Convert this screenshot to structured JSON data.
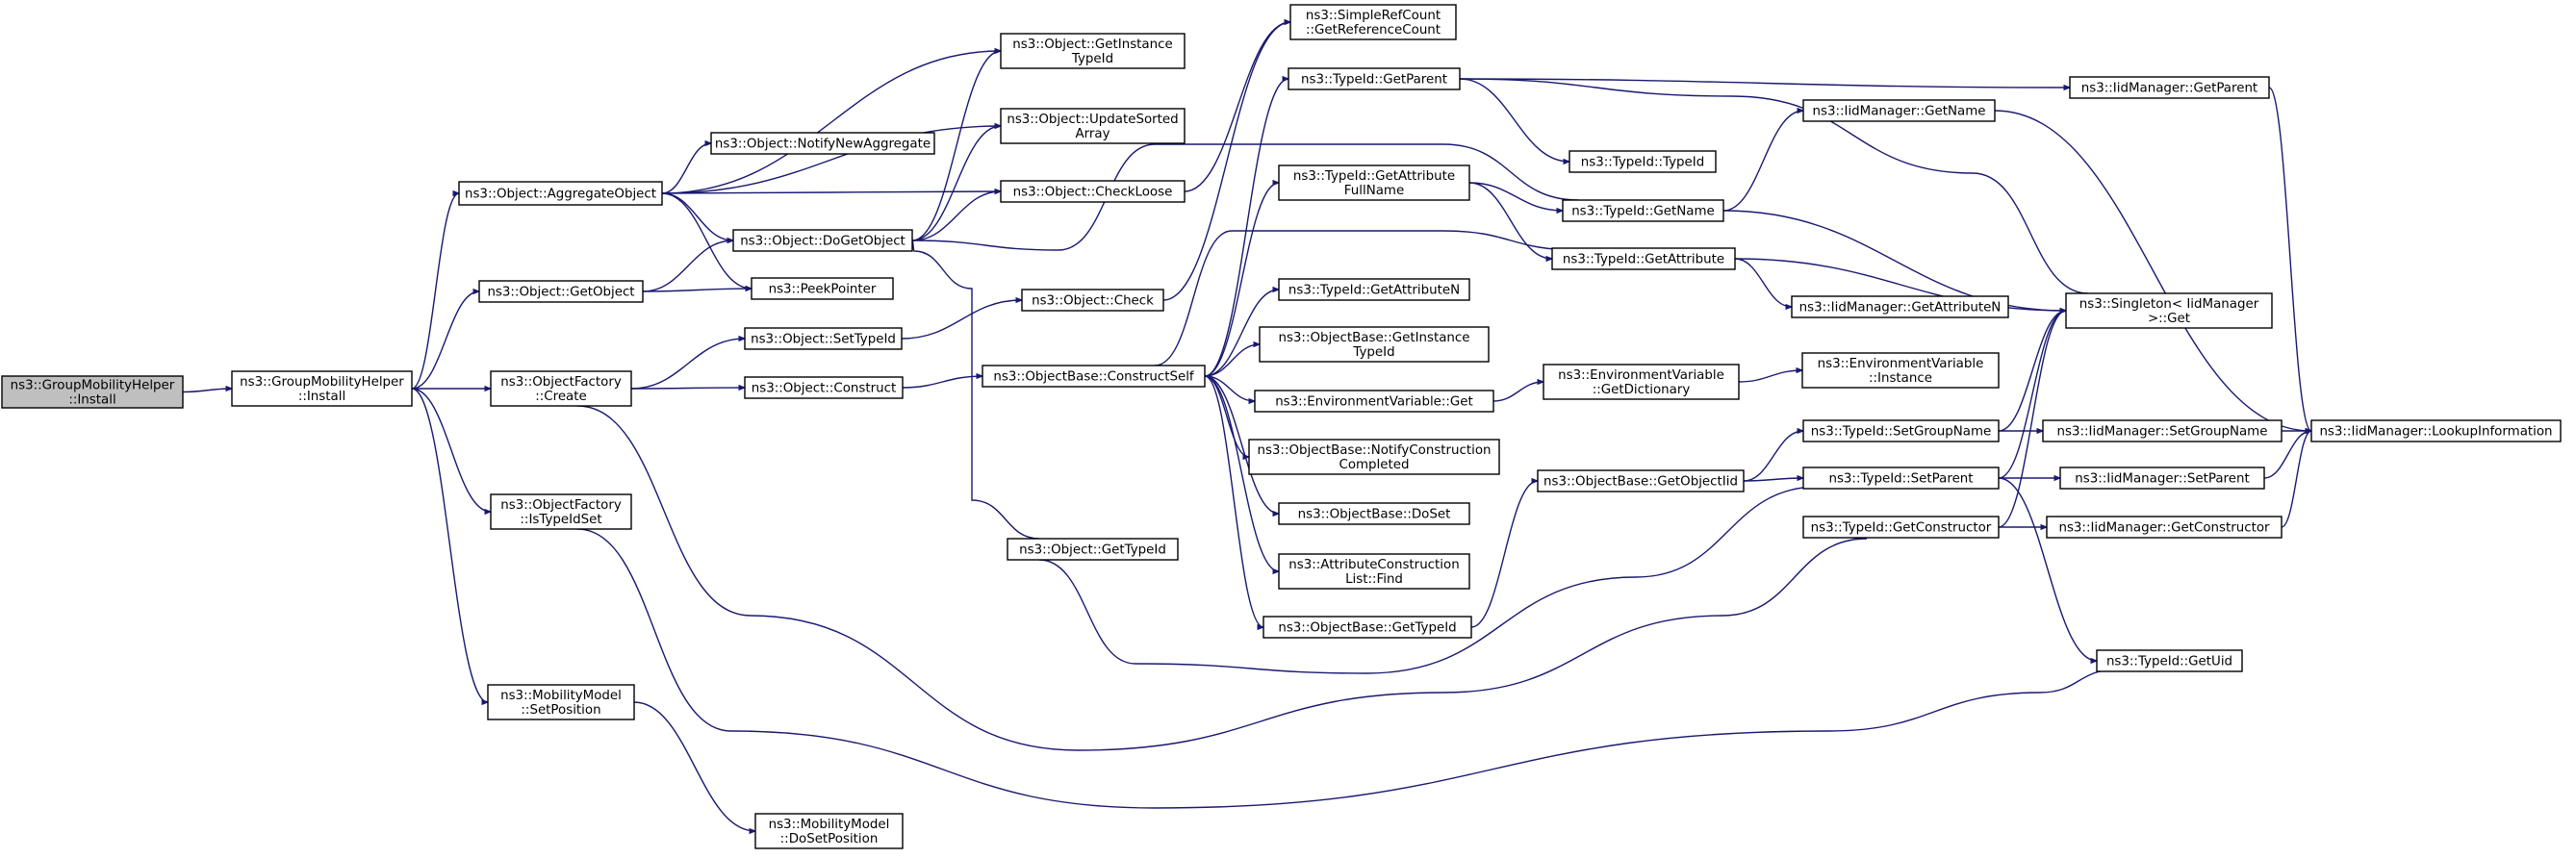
{
  "graph": {
    "nodes": [
      {
        "id": "root",
        "lines": [
          "ns3::GroupMobilityHelper",
          "::Install"
        ],
        "root": true
      },
      {
        "id": "gmh",
        "lines": [
          "ns3::GroupMobilityHelper",
          "::Install"
        ]
      },
      {
        "id": "aggregate",
        "lines": [
          "ns3::Object::AggregateObject"
        ]
      },
      {
        "id": "getobject",
        "lines": [
          "ns3::Object::GetObject"
        ]
      },
      {
        "id": "ofcreate",
        "lines": [
          "ns3::ObjectFactory",
          "::Create"
        ]
      },
      {
        "id": "ofistypeidset",
        "lines": [
          "ns3::ObjectFactory",
          "::IsTypeIdSet"
        ]
      },
      {
        "id": "mmsetpos",
        "lines": [
          "ns3::MobilityModel",
          "::SetPosition"
        ]
      },
      {
        "id": "notifyagg",
        "lines": [
          "ns3::Object::NotifyNewAggregate"
        ]
      },
      {
        "id": "dogetobject",
        "lines": [
          "ns3::Object::DoGetObject"
        ]
      },
      {
        "id": "peekpointer",
        "lines": [
          "ns3::PeekPointer"
        ]
      },
      {
        "id": "settypeid",
        "lines": [
          "ns3::Object::SetTypeId"
        ]
      },
      {
        "id": "construct",
        "lines": [
          "ns3::Object::Construct"
        ]
      },
      {
        "id": "mmdosetpos",
        "lines": [
          "ns3::MobilityModel",
          "::DoSetPosition"
        ]
      },
      {
        "id": "getinstancetypeid",
        "lines": [
          "ns3::Object::GetInstance",
          "TypeId"
        ]
      },
      {
        "id": "updatesorted",
        "lines": [
          "ns3::Object::UpdateSorted",
          "Array"
        ]
      },
      {
        "id": "checkloose",
        "lines": [
          "ns3::Object::CheckLoose"
        ]
      },
      {
        "id": "check",
        "lines": [
          "ns3::Object::Check"
        ]
      },
      {
        "id": "objgettypeid",
        "lines": [
          "ns3::Object::GetTypeId"
        ]
      },
      {
        "id": "constructself",
        "lines": [
          "ns3::ObjectBase::ConstructSelf"
        ]
      },
      {
        "id": "simplerefcount",
        "lines": [
          "ns3::SimpleRefCount",
          "::GetReferenceCount"
        ]
      },
      {
        "id": "tgetparent",
        "lines": [
          "ns3::TypeId::GetParent"
        ]
      },
      {
        "id": "tgetattrfull",
        "lines": [
          "ns3::TypeId::GetAttribute",
          "FullName"
        ]
      },
      {
        "id": "tgetattrn",
        "lines": [
          "ns3::TypeId::GetAttributeN"
        ]
      },
      {
        "id": "obgetinstance",
        "lines": [
          "ns3::ObjectBase::GetInstance",
          "TypeId"
        ]
      },
      {
        "id": "envget",
        "lines": [
          "ns3::EnvironmentVariable::Get"
        ]
      },
      {
        "id": "obnotify",
        "lines": [
          "ns3::ObjectBase::NotifyConstruction",
          "Completed"
        ]
      },
      {
        "id": "obdoset",
        "lines": [
          "ns3::ObjectBase::DoSet"
        ]
      },
      {
        "id": "acfind",
        "lines": [
          "ns3::AttributeConstruction",
          "List::Find"
        ]
      },
      {
        "id": "obgettypeid",
        "lines": [
          "ns3::ObjectBase::GetTypeId"
        ]
      },
      {
        "id": "ttypeid",
        "lines": [
          "ns3::TypeId::TypeId"
        ]
      },
      {
        "id": "tgetname",
        "lines": [
          "ns3::TypeId::GetName"
        ]
      },
      {
        "id": "tgetattribute",
        "lines": [
          "ns3::TypeId::GetAttribute"
        ]
      },
      {
        "id": "envgetdict",
        "lines": [
          "ns3::EnvironmentVariable",
          "::GetDictionary"
        ]
      },
      {
        "id": "obgetobjectiid",
        "lines": [
          "ns3::ObjectBase::GetObjectIid"
        ]
      },
      {
        "id": "iidgetname",
        "lines": [
          "ns3::IidManager::GetName"
        ]
      },
      {
        "id": "iidgetattrn",
        "lines": [
          "ns3::IidManager::GetAttributeN"
        ]
      },
      {
        "id": "envinstance",
        "lines": [
          "ns3::EnvironmentVariable",
          "::Instance"
        ]
      },
      {
        "id": "tsetgroupname",
        "lines": [
          "ns3::TypeId::SetGroupName"
        ]
      },
      {
        "id": "tsetparent",
        "lines": [
          "ns3::TypeId::SetParent"
        ]
      },
      {
        "id": "tgetconstructor",
        "lines": [
          "ns3::TypeId::GetConstructor"
        ]
      },
      {
        "id": "iidgetparent",
        "lines": [
          "ns3::IidManager::GetParent"
        ]
      },
      {
        "id": "singletonget",
        "lines": [
          "ns3::Singleton< IidManager",
          ">::Get"
        ]
      },
      {
        "id": "iidsetgroupname",
        "lines": [
          "ns3::IidManager::SetGroupName"
        ]
      },
      {
        "id": "iidsetparent",
        "lines": [
          "ns3::IidManager::SetParent"
        ]
      },
      {
        "id": "iidgetconstructor",
        "lines": [
          "ns3::IidManager::GetConstructor"
        ]
      },
      {
        "id": "tgetuid",
        "lines": [
          "ns3::TypeId::GetUid"
        ]
      },
      {
        "id": "iidlookup",
        "lines": [
          "ns3::IidManager::LookupInformation"
        ]
      }
    ],
    "edges": [
      {
        "from": "root",
        "to": "gmh"
      },
      {
        "from": "gmh",
        "to": "aggregate"
      },
      {
        "from": "gmh",
        "to": "getobject"
      },
      {
        "from": "gmh",
        "to": "ofcreate"
      },
      {
        "from": "gmh",
        "to": "ofistypeidset"
      },
      {
        "from": "gmh",
        "to": "mmsetpos"
      },
      {
        "from": "aggregate",
        "to": "getinstancetypeid"
      },
      {
        "from": "aggregate",
        "to": "updatesorted"
      },
      {
        "from": "aggregate",
        "to": "notifyagg"
      },
      {
        "from": "aggregate",
        "to": "checkloose"
      },
      {
        "from": "aggregate",
        "to": "dogetobject"
      },
      {
        "from": "aggregate",
        "to": "peekpointer"
      },
      {
        "from": "getobject",
        "to": "dogetobject"
      },
      {
        "from": "getobject",
        "to": "peekpointer"
      },
      {
        "from": "ofcreate",
        "to": "settypeid"
      },
      {
        "from": "ofcreate",
        "to": "construct"
      },
      {
        "from": "ofcreate",
        "to": "tgetconstructor"
      },
      {
        "from": "ofistypeidset",
        "to": "tgetuid"
      },
      {
        "from": "mmsetpos",
        "to": "mmdosetpos"
      },
      {
        "from": "dogetobject",
        "to": "getinstancetypeid"
      },
      {
        "from": "dogetobject",
        "to": "updatesorted"
      },
      {
        "from": "dogetobject",
        "to": "checkloose"
      },
      {
        "from": "dogetobject",
        "to": "tgetname"
      },
      {
        "from": "dogetobject",
        "to": "objgettypeid"
      },
      {
        "from": "settypeid",
        "to": "check"
      },
      {
        "from": "construct",
        "to": "constructself"
      },
      {
        "from": "checkloose",
        "to": "simplerefcount"
      },
      {
        "from": "check",
        "to": "simplerefcount"
      },
      {
        "from": "objgettypeid",
        "to": "tsetparent"
      },
      {
        "from": "constructself",
        "to": "tgetparent"
      },
      {
        "from": "constructself",
        "to": "tgetattrfull"
      },
      {
        "from": "constructself",
        "to": "tgetattribute"
      },
      {
        "from": "constructself",
        "to": "tgetattrn"
      },
      {
        "from": "constructself",
        "to": "obgetinstance"
      },
      {
        "from": "constructself",
        "to": "envget"
      },
      {
        "from": "constructself",
        "to": "obnotify"
      },
      {
        "from": "constructself",
        "to": "obdoset"
      },
      {
        "from": "constructself",
        "to": "acfind"
      },
      {
        "from": "constructself",
        "to": "obgettypeid"
      },
      {
        "from": "tgetparent",
        "to": "iidgetparent"
      },
      {
        "from": "tgetparent",
        "to": "ttypeid"
      },
      {
        "from": "tgetparent",
        "to": "singletonget"
      },
      {
        "from": "tgetattrfull",
        "to": "tgetname"
      },
      {
        "from": "tgetattrfull",
        "to": "tgetattribute"
      },
      {
        "from": "tgetname",
        "to": "iidgetname"
      },
      {
        "from": "tgetname",
        "to": "singletonget"
      },
      {
        "from": "tgetattribute",
        "to": "iidgetattrn"
      },
      {
        "from": "tgetattribute",
        "to": "singletonget"
      },
      {
        "from": "envget",
        "to": "envgetdict"
      },
      {
        "from": "envgetdict",
        "to": "envinstance"
      },
      {
        "from": "obgettypeid",
        "to": "obgetobjectiid"
      },
      {
        "from": "obgetobjectiid",
        "to": "tsetgroupname"
      },
      {
        "from": "obgetobjectiid",
        "to": "tsetparent"
      },
      {
        "from": "tsetgroupname",
        "to": "iidsetgroupname"
      },
      {
        "from": "tsetgroupname",
        "to": "singletonget"
      },
      {
        "from": "tsetparent",
        "to": "iidsetparent"
      },
      {
        "from": "tsetparent",
        "to": "singletonget"
      },
      {
        "from": "tsetparent",
        "to": "tgetuid"
      },
      {
        "from": "tgetconstructor",
        "to": "iidgetconstructor"
      },
      {
        "from": "tgetconstructor",
        "to": "singletonget"
      },
      {
        "from": "iidgetname",
        "to": "iidlookup"
      },
      {
        "from": "iidgetparent",
        "to": "iidlookup"
      },
      {
        "from": "iidsetgroupname",
        "to": "iidlookup"
      },
      {
        "from": "iidsetparent",
        "to": "iidlookup"
      },
      {
        "from": "iidgetconstructor",
        "to": "iidlookup"
      }
    ],
    "colors": {
      "edge": "#191970",
      "root_fill": "#bfbfbf",
      "node_fill": "#ffffff",
      "node_stroke": "#000000"
    }
  }
}
